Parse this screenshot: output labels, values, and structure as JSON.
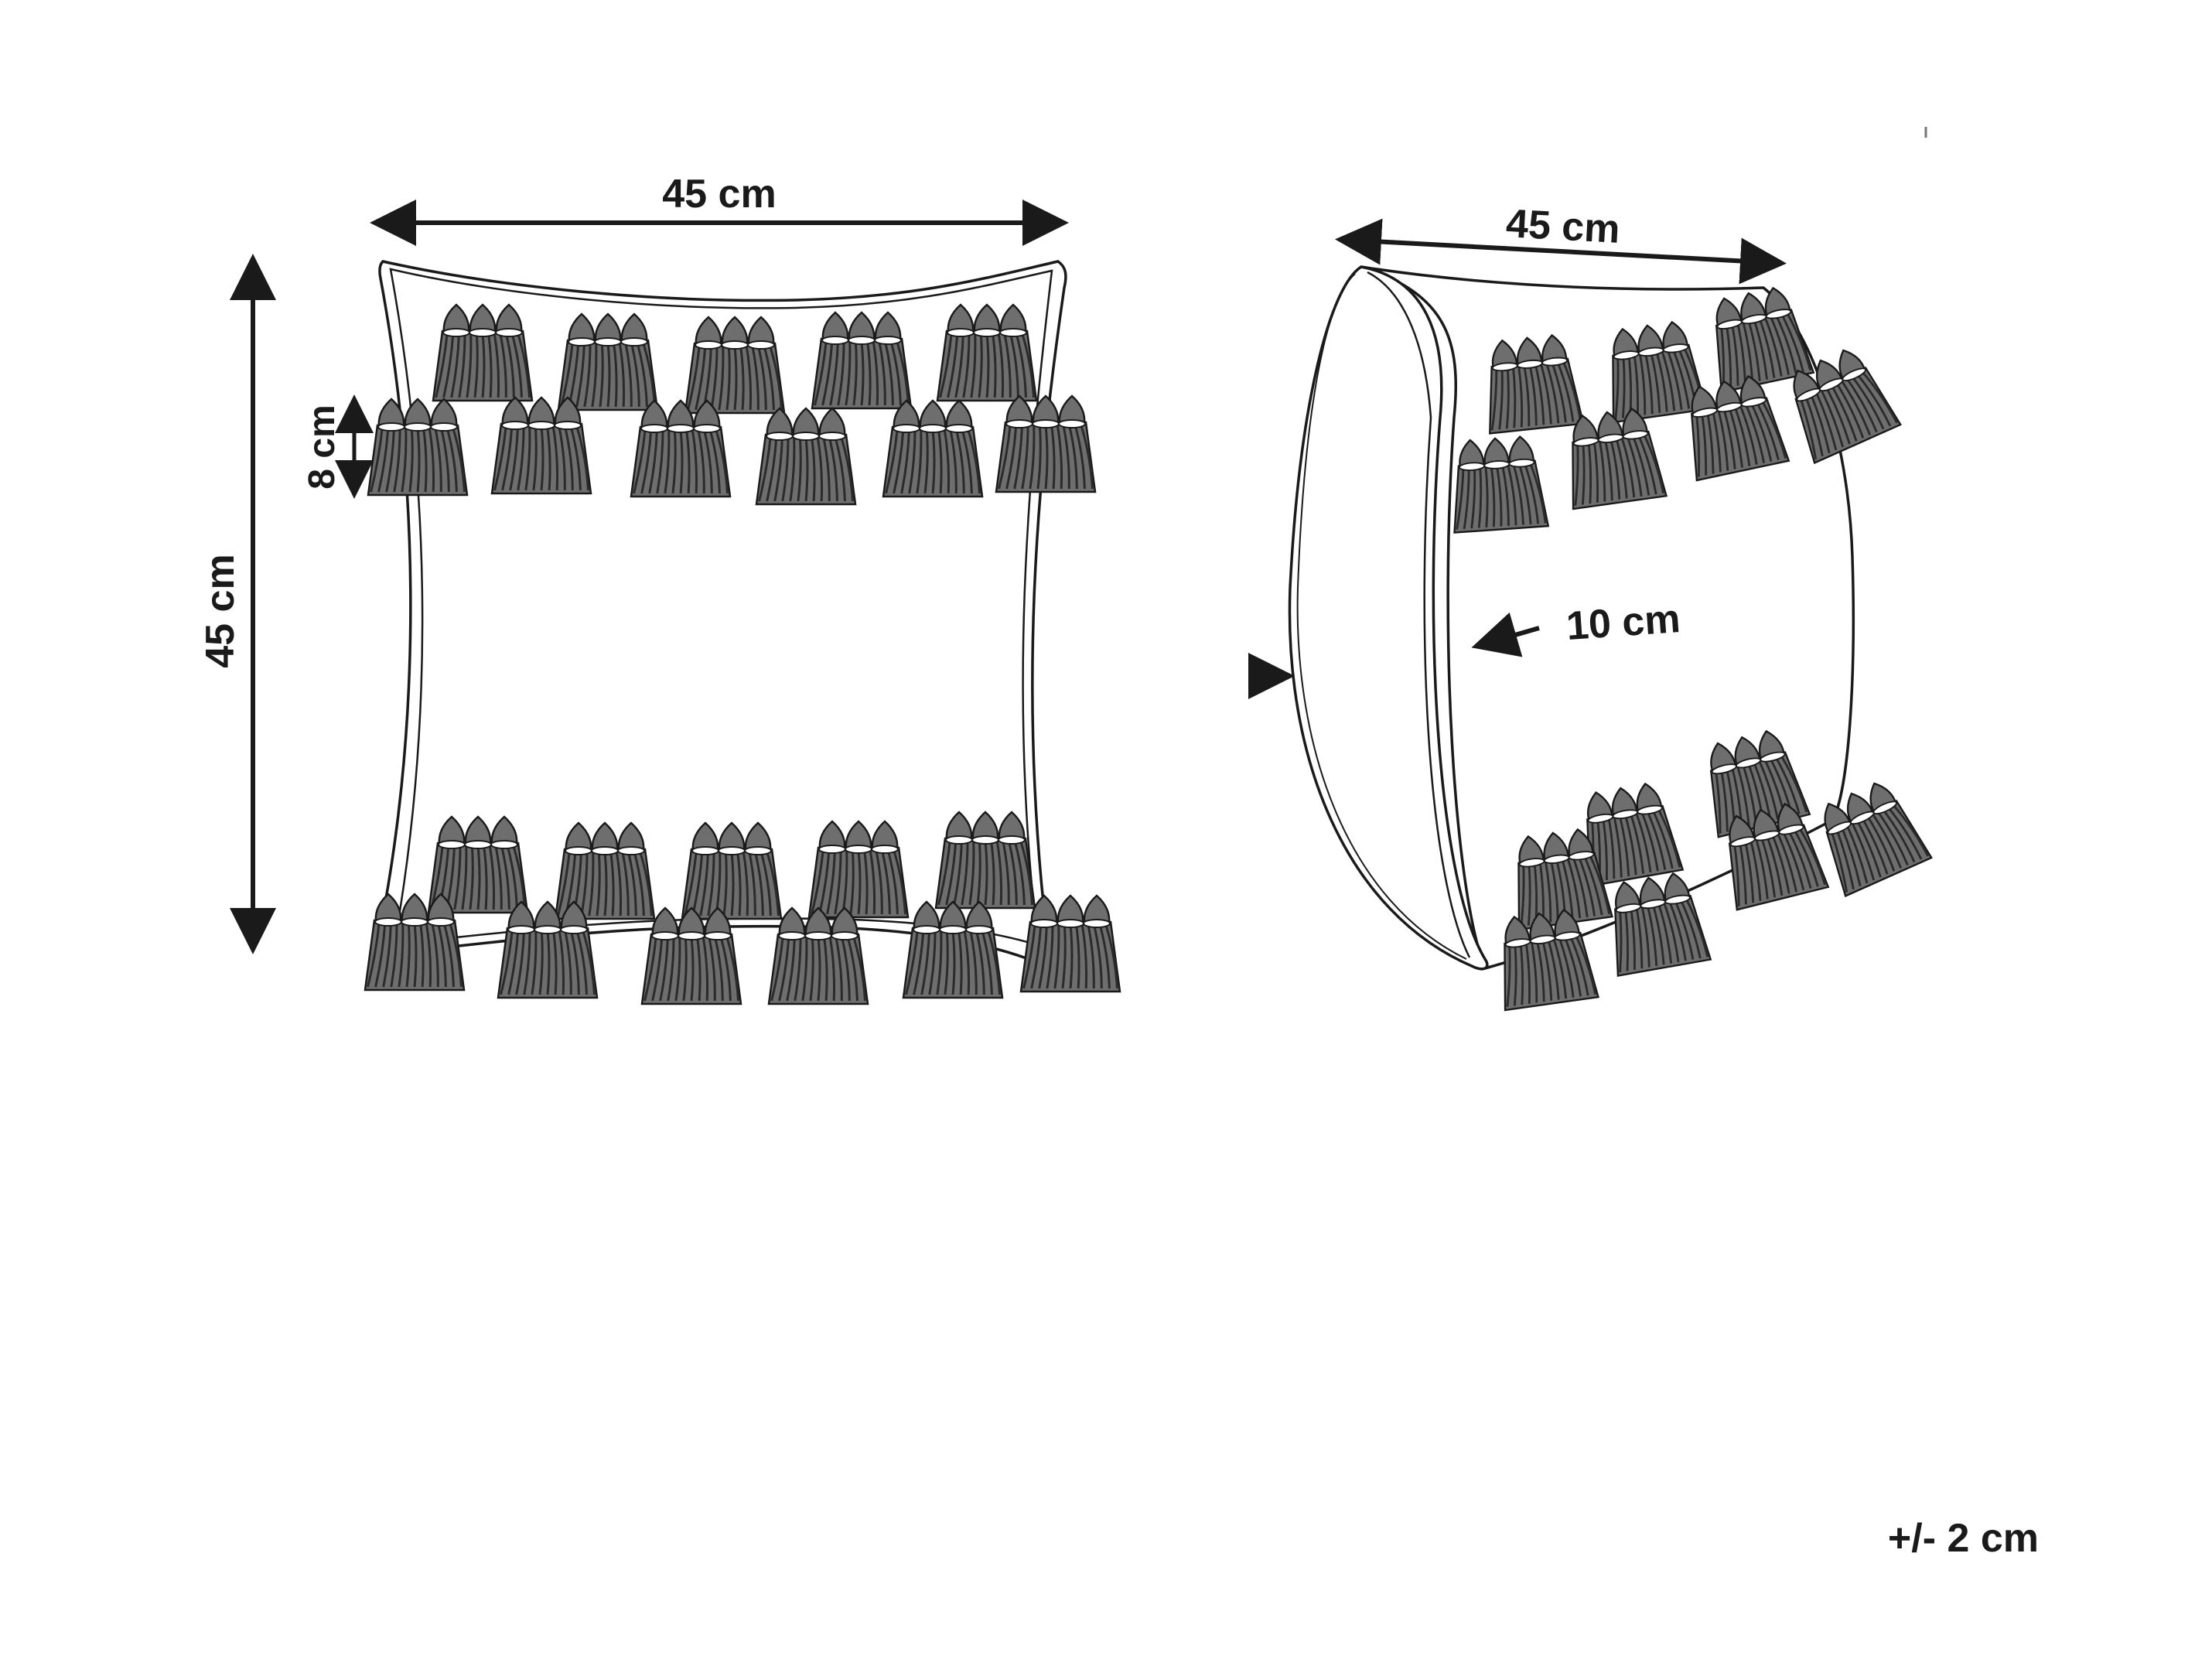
{
  "front_view": {
    "width_label": "45 cm",
    "height_label": "45 cm",
    "tassel_label": "8 cm"
  },
  "side_view": {
    "width_label": "45 cm",
    "depth_label": "10 cm"
  },
  "tolerance_label": "+/- 2 cm",
  "colors": {
    "line": "#1a1a1a",
    "tassel_fill": "#6e6e6e",
    "tassel_stripe": "#2b2b2b"
  }
}
